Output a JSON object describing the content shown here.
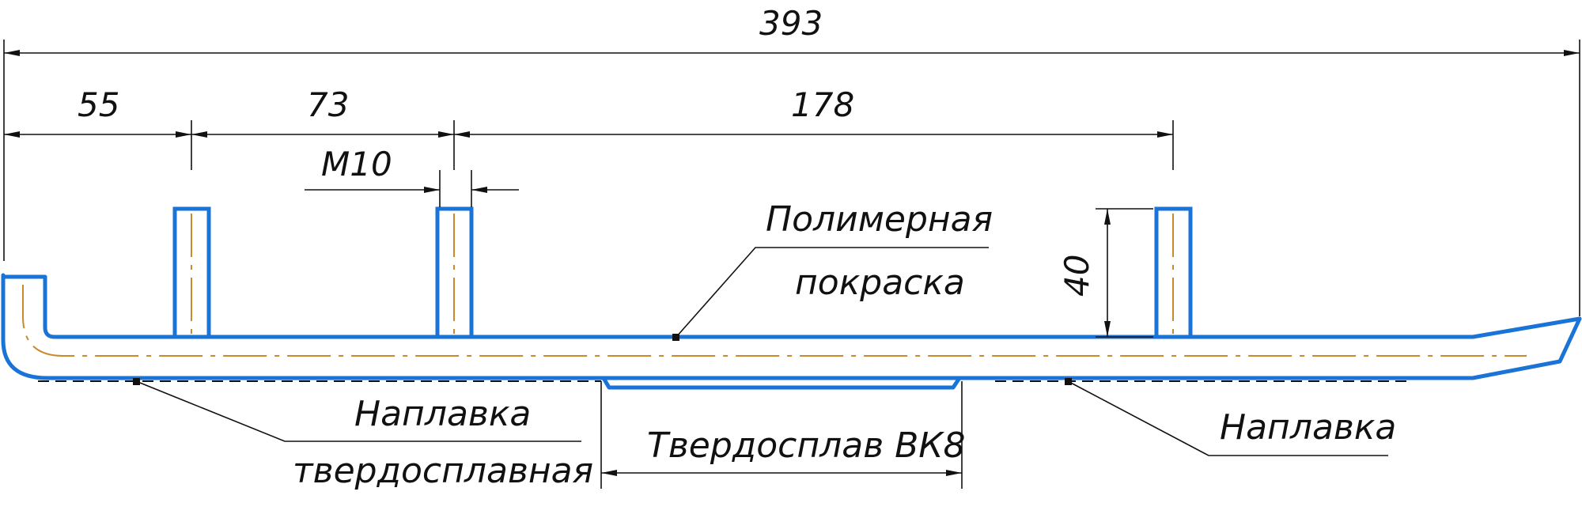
{
  "colors": {
    "outline": "#1a73d6",
    "centerline": "#c98a2b",
    "line": "#111111",
    "hidden": "#111111"
  },
  "dimensions": {
    "overall": "393",
    "seg1": "55",
    "seg2": "73",
    "seg3": "178",
    "thread": "M10",
    "height": "40"
  },
  "notes": {
    "coating_line1": "Полимерная",
    "coating_line2": "покраска",
    "hardfacing_left_line1": "Наплавка",
    "hardfacing_left_line2": "твердосплавная",
    "carbide": "Твердосплав ВК8",
    "hardfacing_right": "Наплавка"
  }
}
